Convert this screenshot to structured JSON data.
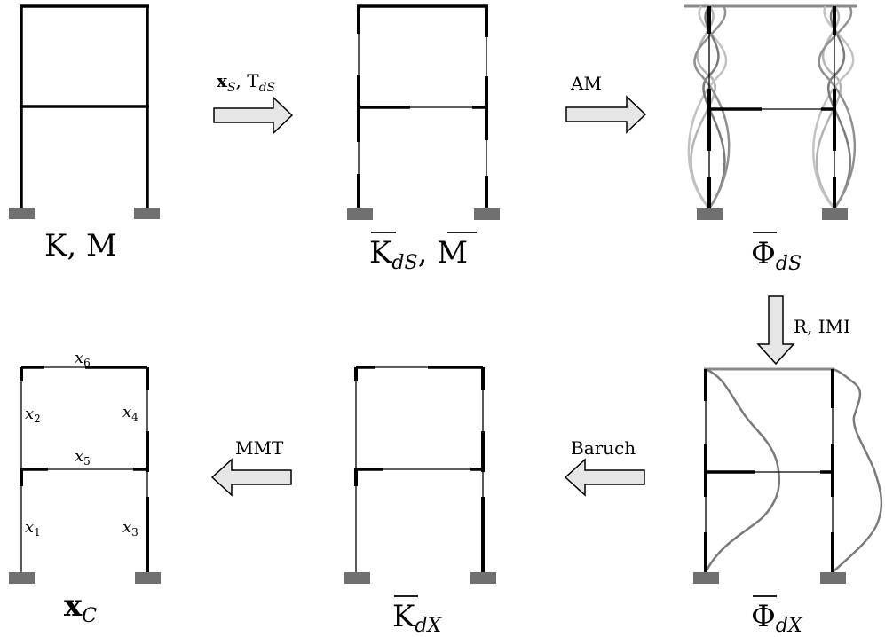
{
  "panels": {
    "p1": {
      "label": "K, M"
    },
    "p2": {
      "main": "K",
      "sub": "dS",
      "sep": ", ",
      "main2": "M"
    },
    "p3": {
      "main": "Φ",
      "sub": "dS"
    },
    "p4": {
      "main": "Φ",
      "sub": "dX"
    },
    "p5": {
      "main": "K",
      "sub": "dX"
    },
    "p6": {
      "main": "x",
      "sub": "C"
    }
  },
  "arrows": {
    "a1": {
      "bold": "x",
      "sub1": "S",
      "mid": ", T",
      "sub2": "dS"
    },
    "a2": {
      "label": "AM"
    },
    "a3": {
      "label": "R, IMI"
    },
    "a4": {
      "label": "Baruch"
    },
    "a5": {
      "label": "MMT"
    }
  },
  "members": {
    "x1": {
      "base": "x",
      "idx": "1"
    },
    "x2": {
      "base": "x",
      "idx": "2"
    },
    "x3": {
      "base": "x",
      "idx": "3"
    },
    "x4": {
      "base": "x",
      "idx": "4"
    },
    "x5": {
      "base": "x",
      "idx": "5"
    },
    "x6": {
      "base": "x",
      "idx": "6"
    }
  },
  "colors": {
    "line": "#000000",
    "support": "#707070",
    "arrow_fill": "#e6e6e6",
    "mode_light": "#b4b4b4",
    "mode_dark": "#7a7a7a"
  }
}
